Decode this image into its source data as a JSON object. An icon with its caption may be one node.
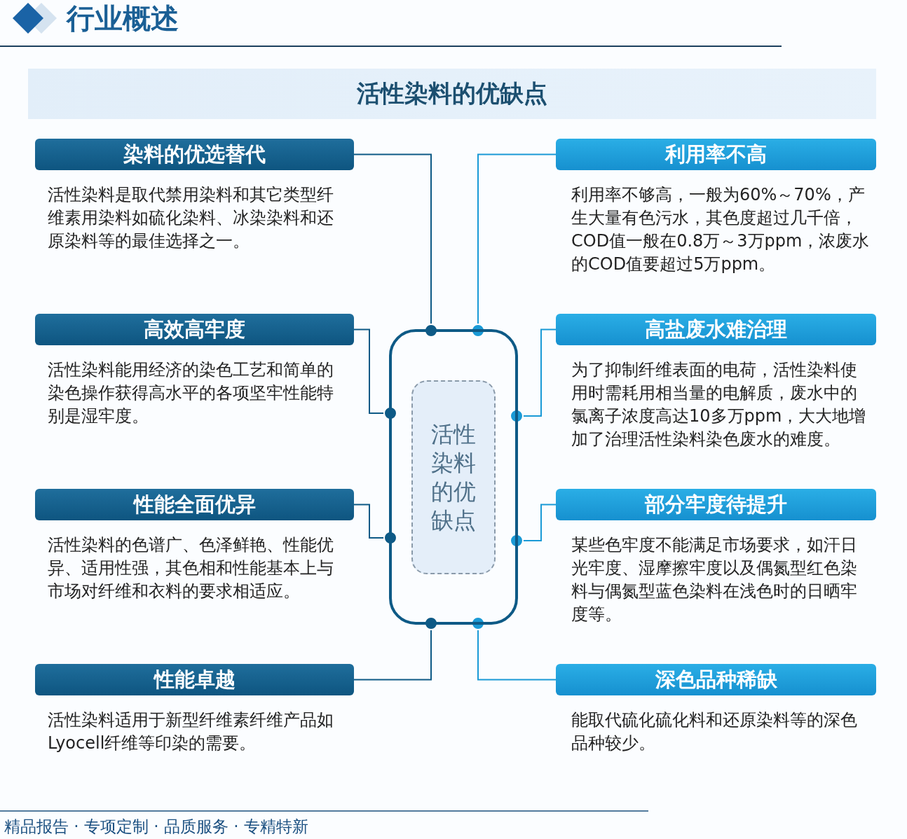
{
  "diagram": {
    "title": "活性染料的优缺点",
    "nodes": [
      {
        "text": [],
        "shape": "box"
      },
      {
        "text": [
          "活性染料的优缺点"
        ],
        "in": 0
      },
      {
        "text": [
          "染料的优选替代"
        ],
        "beside": [
          "活性染料是取代禁用染料和其它类型纤维素用染料如硫化染料、冰染染料和还原染料等的最佳选择之一。"
        ]
      },
      {
        "text": [
          "利用率不高"
        ],
        "beside": [
          "利用率不够高，一般为60%～70%，产生大量有色污水，其色度超过几千倍，COD值一般在0.8万～3万ppm，浓废水的COD值要超过5万ppm。"
        ]
      },
      {
        "text": [
          "高效高牢度"
        ],
        "beside": [
          "活性染料能用经济的染色工艺和简单的染色操作获得高水平的各项坚牢性能特别是湿牢度。"
        ]
      },
      {
        "text": [
          "高盐废水难治理"
        ],
        "beside": [
          "为了抑制纤维表面的电荷，活性染料使用时需耗用相当量的电解质，废水中的氯离子浓度高达10多万ppm，大大地增加了治理活性染料染色废水的难度。"
        ]
      },
      {
        "text": [
          "性能全面优异"
        ],
        "beside": [
          "活性染料的色谱广、色泽鲜艳、性能优异、适用性强，其色相和性能基本上与市场对纤维和衣料的要求相适应。"
        ]
      },
      {
        "text": [
          "部分牢度待提升"
        ],
        "beside": [
          "某些色牢度不能满足市场要求，如汗日光牢度、湿摩擦牢度以及偶氮型红色染料与偶氮型蓝色染料在浅色时的日晒牢度等。"
        ]
      },
      {
        "text": [
          "性能卓越"
        ],
        "beside": [
          "活性染料适用于新型纤维素纤维产品如Lyocell纤维等印染的需要。"
        ]
      },
      {
        "text": [
          "深色品种稀缺"
        ],
        "beside": [
          "能取代硫化硫化料和还原染料等的深色品种较少。"
        ]
      }
    ],
    "edges": [
      {
        "from": 2,
        "to": 0,
        "arrow": "other"
      },
      {
        "from": 3,
        "to": 0,
        "arrow": "other",
        "color": "#1a9ad6"
      },
      {
        "from": 4,
        "to": 0,
        "arrow": "other"
      },
      {
        "from": 5,
        "to": 0,
        "arrow": "other",
        "color": "#1a9ad6"
      },
      {
        "from": 6,
        "to": 0,
        "arrow": "other"
      },
      {
        "from": 7,
        "to": 0,
        "arrow": "other",
        "color": "#1a9ad6"
      },
      {
        "from": 8,
        "to": 0,
        "arrow": "other"
      },
      {
        "from": 9,
        "to": 0,
        "arrow": "other",
        "color": "#1a9ad6"
      }
    ],
    "labels": [
      "行业概述",
      "精品报告 · 专项定制 · 品质服务 · 专精特新"
    ]
  }
}
